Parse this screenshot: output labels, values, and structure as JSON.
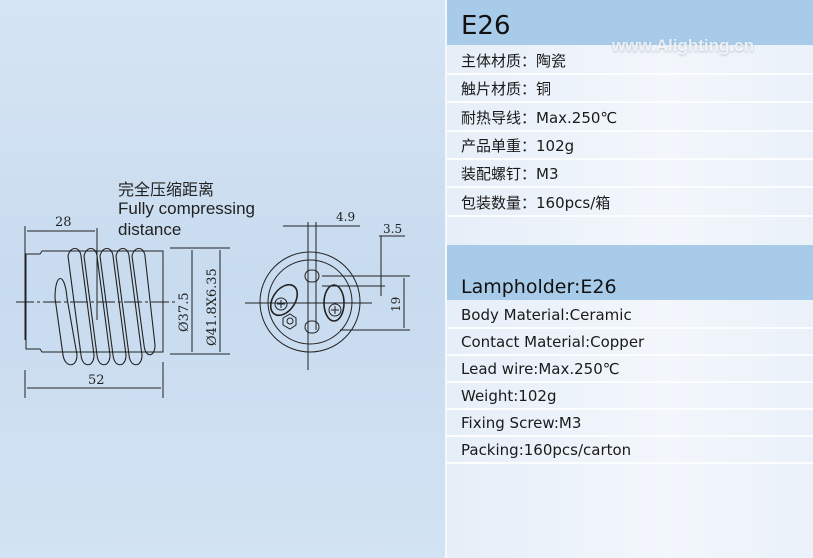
{
  "drawing": {
    "annotation_cn": "完全压缩距离",
    "annotation_en_line1": "Fully compressing",
    "annotation_en_line2": "distance",
    "dim_28": "28",
    "dim_52": "52",
    "dim_d37_5": "Ø37.5",
    "dim_d41_8": "Ø41.8X6.35",
    "dim_4_9": "4.9",
    "dim_3_5": "3.5",
    "dim_19": "19"
  },
  "watermark": "www.Alighting.cn",
  "cn_spec": {
    "title": "E26",
    "rows": [
      "主体材质：陶瓷",
      "触片材质：铜",
      "耐热导线：Max.250℃",
      "产品单重：102g",
      "装配螺钉：M3",
      "包装数量：160pcs/箱"
    ]
  },
  "en_spec": {
    "title": "Lampholder:E26",
    "rows": [
      "Body Material:Ceramic",
      "Contact Material:Copper",
      "Lead wire:Max.250℃",
      "Weight:102g",
      "Fixing Screw:M3",
      "Packing:160pcs/carton"
    ]
  }
}
